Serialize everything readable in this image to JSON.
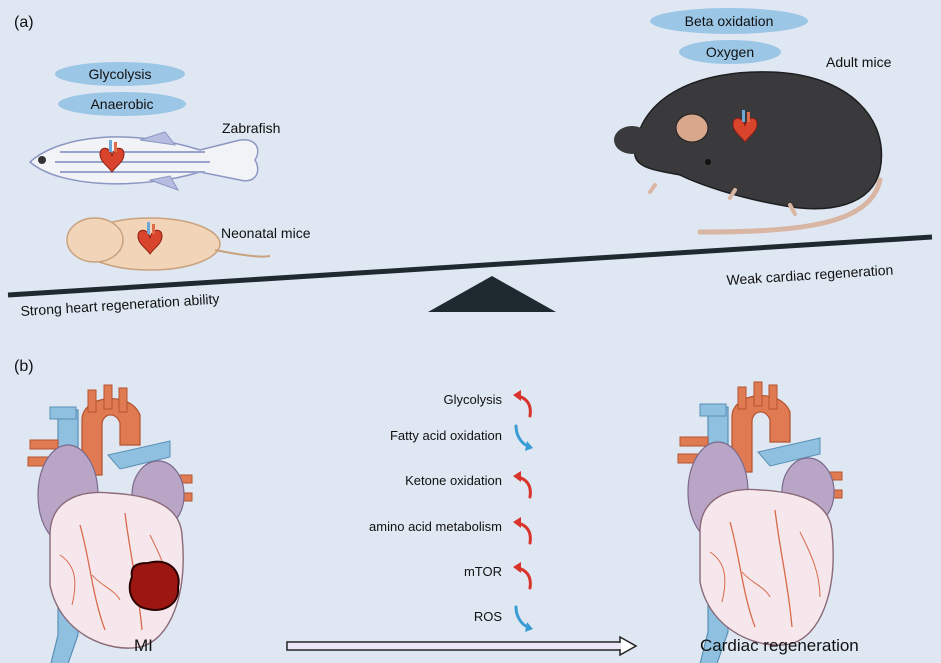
{
  "panel_a": {
    "label": "(a)",
    "pills_left": [
      "Glycolysis",
      "Anaerobic"
    ],
    "pills_right": [
      "Beta oxidation",
      "Oxygen"
    ],
    "organisms": {
      "zebrafish": "Zabrafish",
      "neonatal": "Neonatal mice",
      "adult": "Adult mice"
    },
    "strong_label": "Strong heart regeneration ability",
    "weak_label": "Weak cardiac regeneration"
  },
  "panel_b": {
    "label": "(b)",
    "left_caption": "MI",
    "right_caption": "Cardiac regeneration",
    "metabolism": [
      {
        "label": "Glycolysis",
        "direction": "up",
        "color": "#d9342b"
      },
      {
        "label": "Fatty acid oxidation",
        "direction": "down",
        "color": "#3a9bd5"
      },
      {
        "label": "Ketone oxidation",
        "direction": "up",
        "color": "#d9342b"
      },
      {
        "label": "amino acid metabolism",
        "direction": "up",
        "color": "#d9342b"
      },
      {
        "label": "mTOR",
        "direction": "up",
        "color": "#d9342b"
      },
      {
        "label": "ROS",
        "direction": "down",
        "color": "#3a9bd5"
      }
    ]
  },
  "colors": {
    "background": "#dfe8f2",
    "pill": "#9cc6e6",
    "beam": "#1e2a30",
    "up_arrow": "#d9342b",
    "down_arrow": "#3a9bd5"
  }
}
